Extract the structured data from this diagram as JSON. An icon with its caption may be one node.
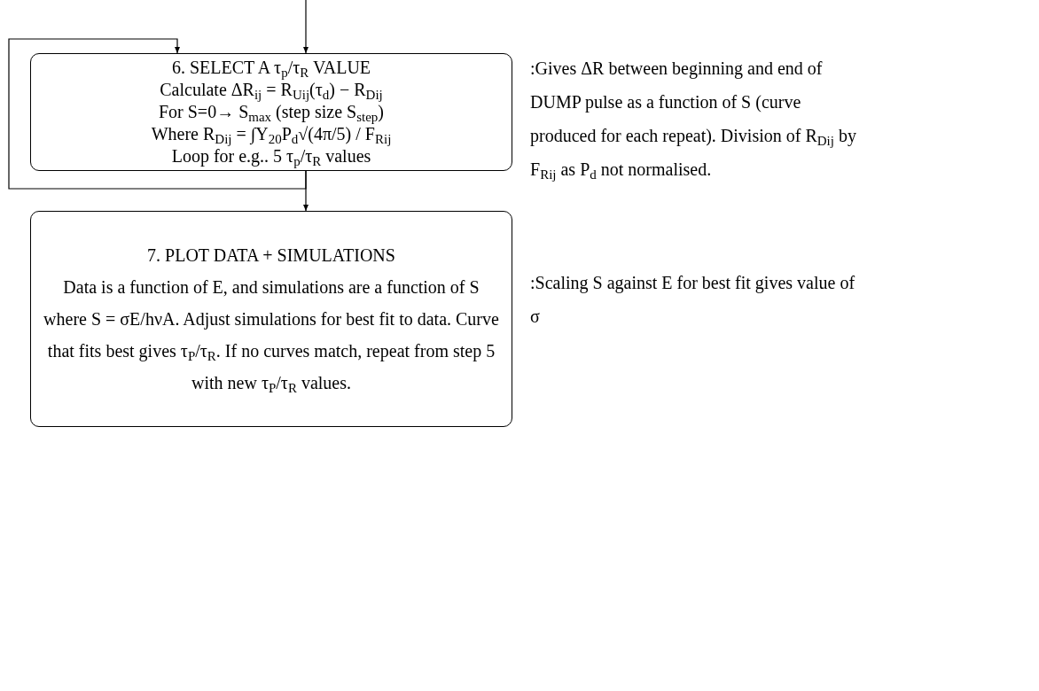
{
  "diagram": {
    "nodes": [
      {
        "text": [
          "6. SELECT A τ$_{p}$/τ$_{R}$ VALUE",
          "Calculate ΔR$_{ij}$ = R$_{Uij}$(τ$_{d}$) − R$_{Dij}$",
          "For S=0→ S$_{max}$ (step size S$_{step}$)",
          "Where R$_{Dij}$ = ∫Y$_{20}$P$_{d}$√(4π/5) / F$_{Rij}$",
          "Loop for e.g.. 5 τ$_{p}$/τ$_{R}$ values"
        ],
        "beside": [
          ":Gives ΔR between beginning and end of DUMP pulse as a function of S (curve produced for each repeat). Division of R$_{Dij}$ by F$_{Rij}$ as P$_{d}$ not normalised."
        ]
      },
      {
        "text": [
          "7. PLOT DATA + SIMULATIONS",
          "Data is a function of E, and simulations are a function of S where S = σE/hνA. Adjust simulations for best fit to data. Curve that fits best gives τ$_{P}$/τ$_{R}$. If no curves match, repeat from step 5 with new τ$_{P}$/τ$_{R}$ values."
        ],
        "beside": [
          ":Scaling S against E for best fit gives value of σ"
        ]
      }
    ],
    "edges": [
      {
        "from": null,
        "to": 0,
        "arrow": "to"
      },
      {
        "from": 0,
        "to": 0,
        "arrow": "to"
      },
      {
        "from": 0,
        "to": 1,
        "arrow": "to"
      }
    ]
  }
}
